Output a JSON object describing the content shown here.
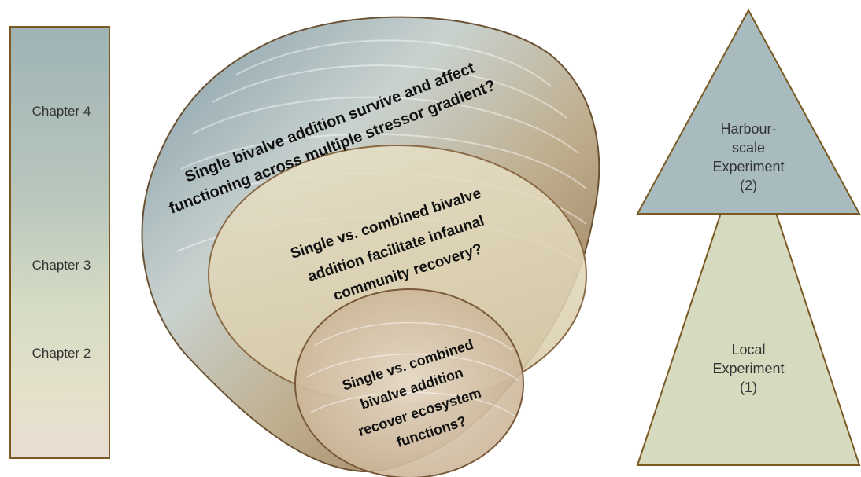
{
  "chapters": {
    "chapter4": "Chapter 4",
    "chapter3": "Chapter 3",
    "chapter2": "Chapter 2"
  },
  "questions": {
    "outer": {
      "line1": "Single bivalve addition survive and affect",
      "line2": "functioning across multiple stressor gradient?"
    },
    "middle": {
      "line1": "Single vs. combined bivalve",
      "line2": "addition facilitate infaunal",
      "line3": "community recovery?"
    },
    "inner": {
      "line1": "Single vs. combined",
      "line2": "bivalve addition",
      "line3": "recover ecosystem",
      "line4": "functions?"
    }
  },
  "pyramid": {
    "top": {
      "line1": "Harbour-",
      "line2": "scale",
      "line3": "Experiment",
      "line4": "(2)"
    },
    "bottom": {
      "line1": "Local",
      "line2": "Experiment",
      "line3": "(1)"
    }
  },
  "colors": {
    "bar_border": "#7a5a22",
    "top_triangle": "#a8bcbf",
    "bottom_triangle": "#d6dbbf",
    "triangle_border": "#7a5a22"
  }
}
